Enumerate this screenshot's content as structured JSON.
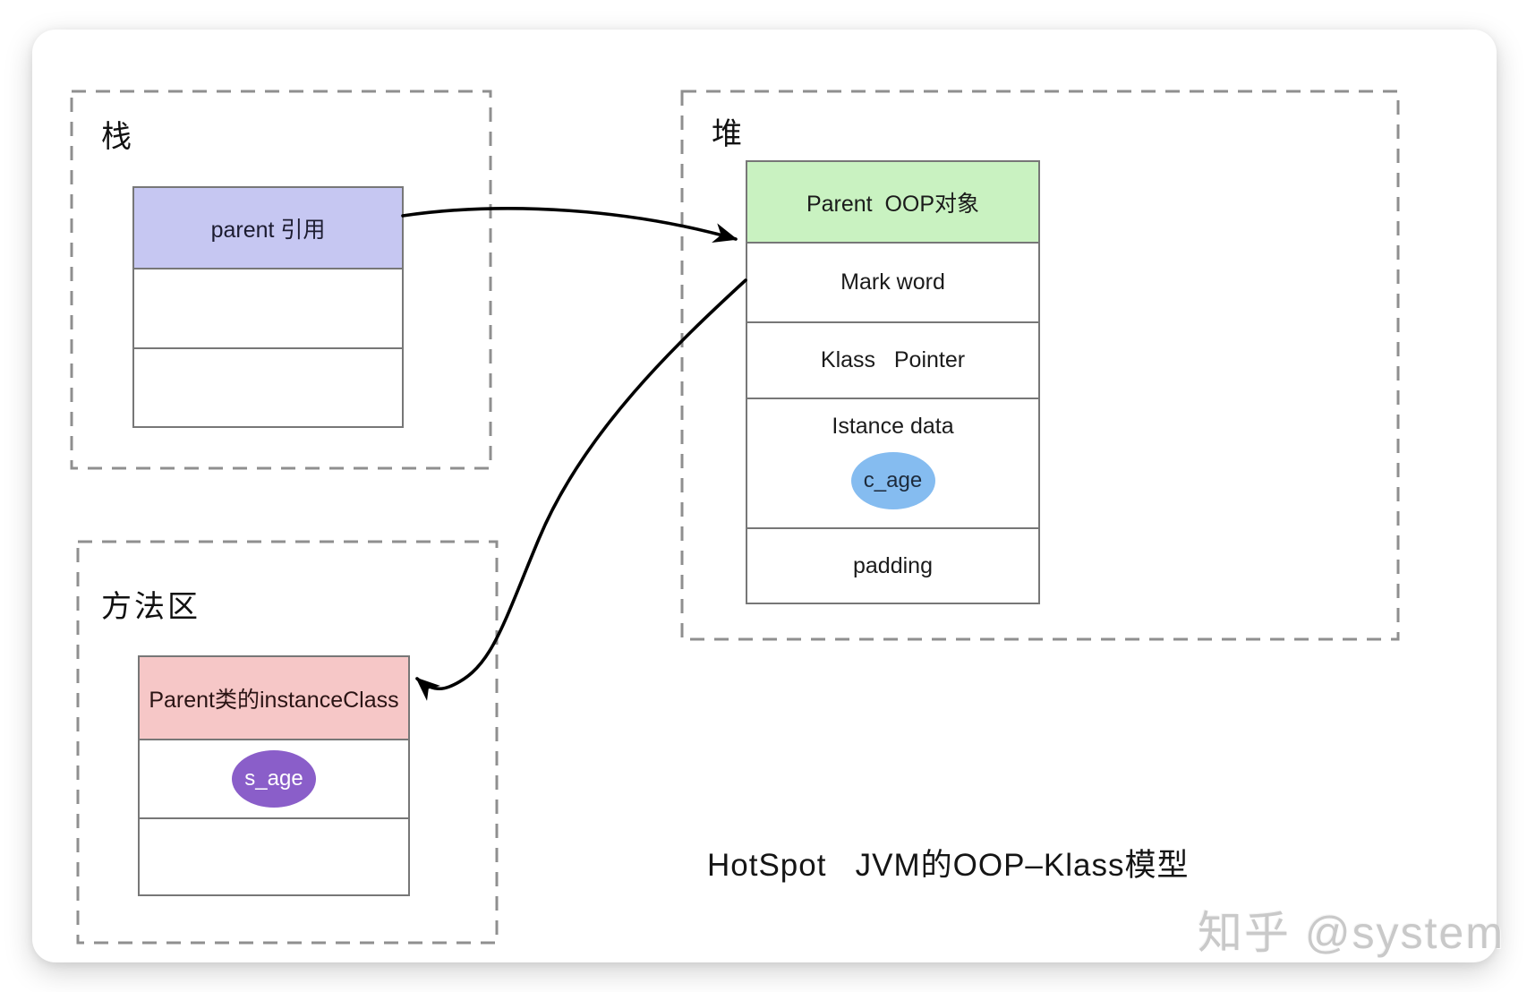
{
  "title": "HotSpot   JVM的OOP–Klass模型",
  "watermark": "知乎 @system",
  "stack": {
    "label": "栈",
    "cells": [
      "parent 引用",
      "",
      ""
    ]
  },
  "heap": {
    "label": "堆",
    "cells": [
      "Parent  OOP对象",
      "Mark word",
      "Klass   Pointer",
      "Istance data",
      "padding"
    ],
    "instance_field": "c_age"
  },
  "method_area": {
    "label": "方法区",
    "cells": [
      "Parent类的instanceClass",
      "",
      ""
    ],
    "static_field": "s_age"
  },
  "colors": {
    "stack_reference_fill": "#c6c7f2",
    "heap_object_header_fill": "#c9f2c1",
    "method_class_header_fill": "#f6c7c7",
    "c_age_ellipse_fill": "#85bcf0",
    "s_age_ellipse_fill": "#8a5ec9",
    "arrow_stroke": "#000000",
    "dashed_region_border": "#8f8f8f",
    "table_border": "#777777",
    "watermark_text": "#c9c9c9"
  }
}
